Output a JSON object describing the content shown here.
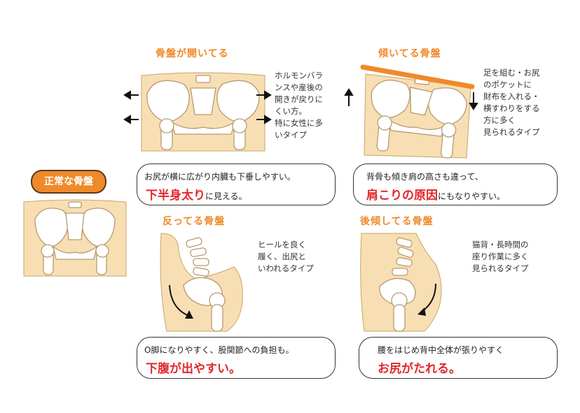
{
  "normal": {
    "label": "正常な骨盤"
  },
  "panels": [
    {
      "title": "骨盤が開いてる",
      "note": "ホルモンバラ\nンスや産後の\n開きが戻りに\nくい方。\n特に女性に多\nいタイプ",
      "box_line1": "お尻が横に広がり内臓も下垂しやすい。",
      "box_red": "下半身太り",
      "box_tail": "に見える。"
    },
    {
      "title": "傾いてる骨盤",
      "note": "足を組む・お尻\nのポケットに\n財布を入れる・\n横すわりをする\n方に多く\n見られるタイプ",
      "box_line1": "背骨も傾き肩の高さも違って、",
      "box_red": "肩こりの原因",
      "box_tail": "にもなりやすい。"
    },
    {
      "title": "反ってる骨盤",
      "note": "ヒールを良く\n履く、出尻と\nいわれるタイプ",
      "box_line1": "O脚になりやすく、股関節への負担も。",
      "box_red": "下腹が出やすい。",
      "box_tail": ""
    },
    {
      "title": "後傾してる骨盤",
      "note": "猫背・長時間の\n座り作業に多く\n見られるタイプ",
      "box_line1": "腰をはじめ背中全体が張りやすく",
      "box_red": "お尻がたれる。",
      "box_tail": ""
    }
  ],
  "colors": {
    "accent": "#ef8a2a",
    "skin": "#f7dfb3",
    "bone": "#ffffff",
    "red": "#e3262b",
    "outline": "#8a6a3a"
  }
}
